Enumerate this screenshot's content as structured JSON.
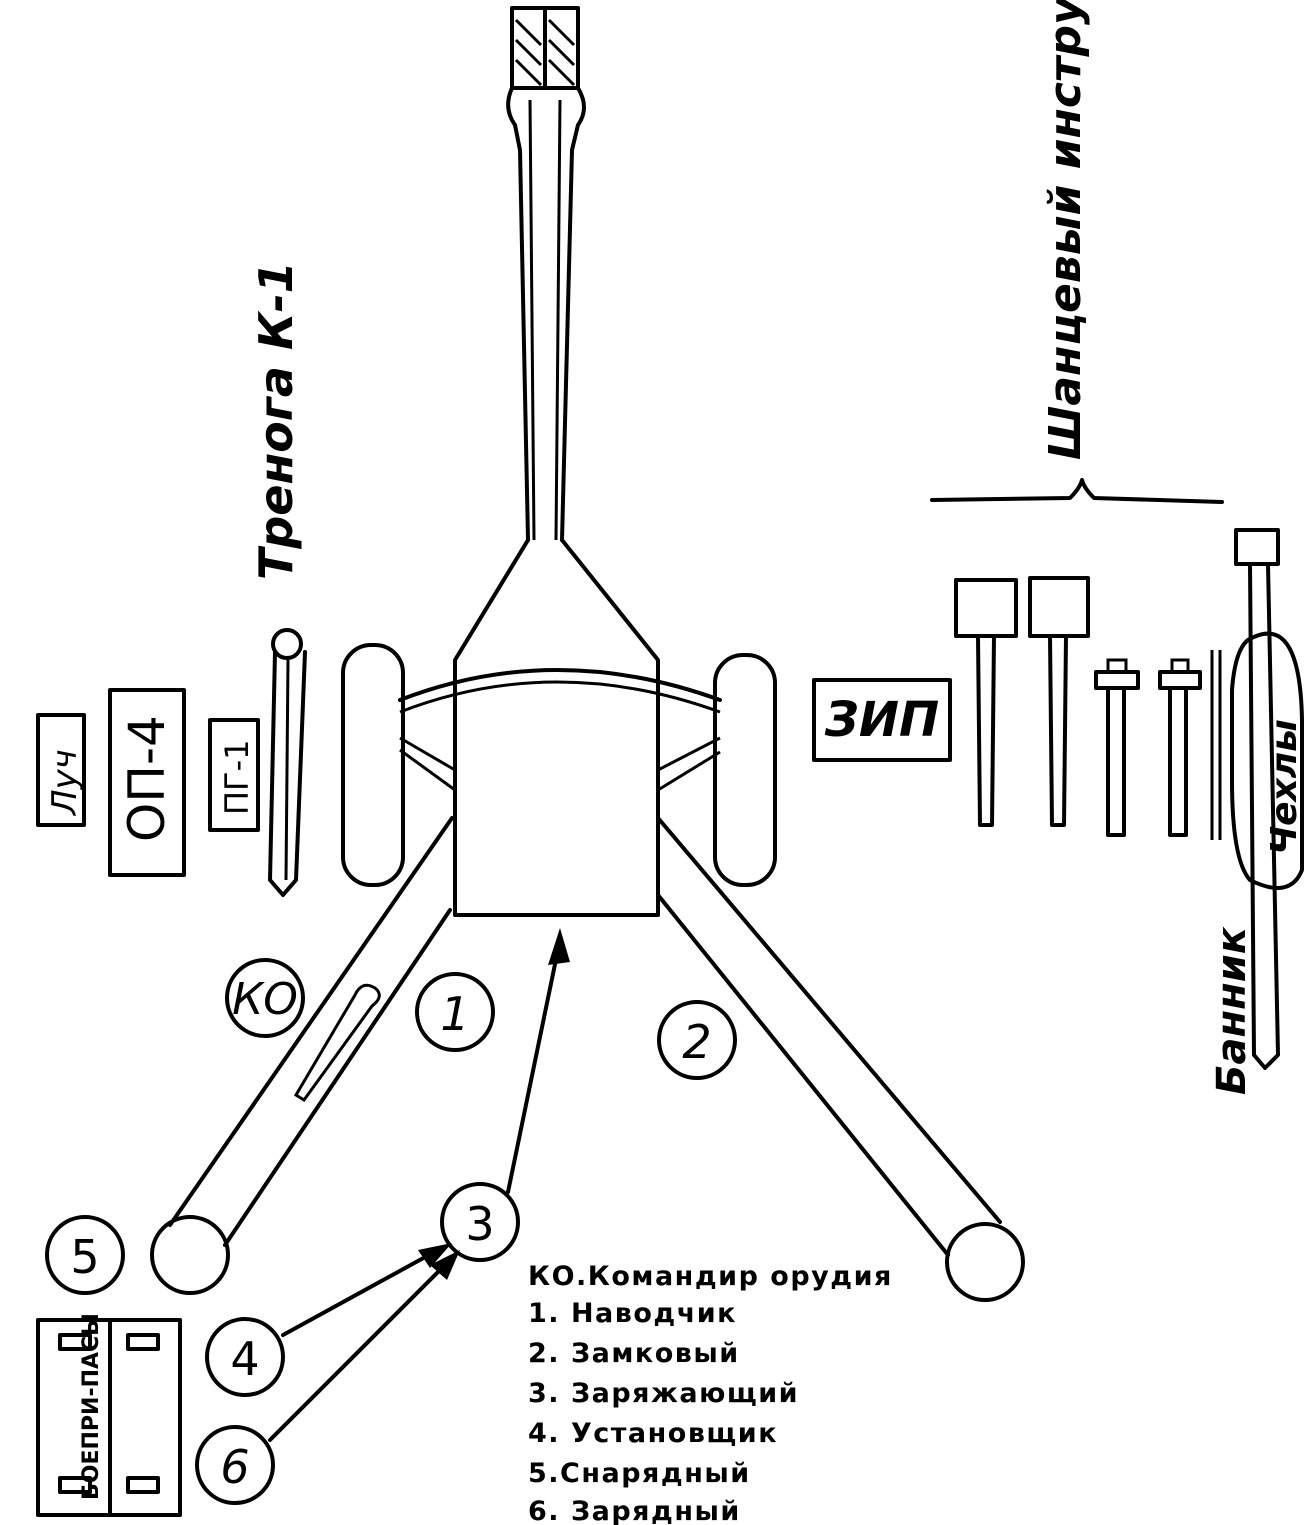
{
  "labels": {
    "tripod": "Тренога К-1",
    "entrenching_tool": "Шанцевый инструмент",
    "luch": "Луч",
    "op4": "ОП-4",
    "pg1": "ПГ-1",
    "zip": "ЗИП",
    "covers": "Чехлы",
    "rammer": "Банник",
    "ammo": "БОЕПРИ-ПАСЫ"
  },
  "positions": {
    "ko": "КО",
    "p1": "1",
    "p2": "2",
    "p3": "3",
    "p4": "4",
    "p5": "5",
    "p6": "6"
  },
  "legend": [
    "КО.Командир орудия",
    "1. Наводчик",
    "2. Замковый",
    "3. Заряжающий",
    "4. Установщик",
    "5.Снарядный",
    "6. Зарядный"
  ]
}
